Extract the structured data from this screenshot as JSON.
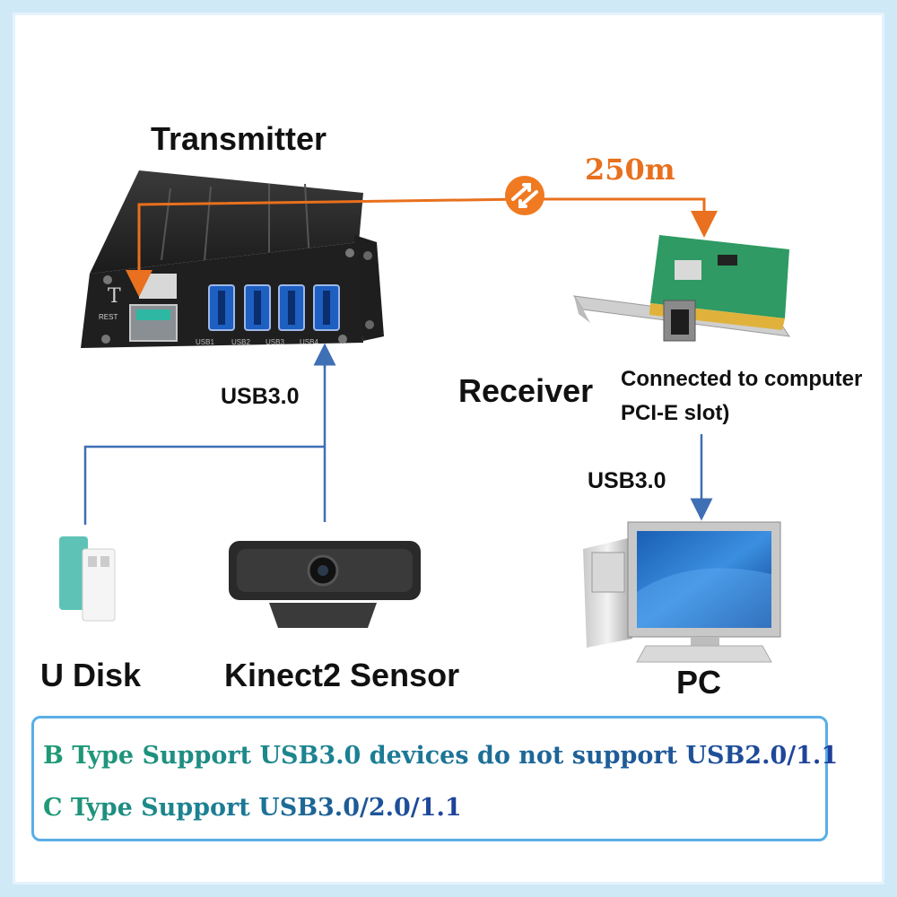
{
  "labels": {
    "transmitter": "Transmitter",
    "receiver": "Receiver",
    "receiver_note": "Connected to computer PCI-E slot)",
    "distance": "250m",
    "usb_left": "USB3.0",
    "usb_right": "USB3.0",
    "u_disk": "U Disk",
    "kinect": "Kinect2 Sensor",
    "pc": "PC"
  },
  "device": {
    "letter": "T",
    "rest": "REST",
    "ports": [
      "USB1",
      "USB2",
      "USB3",
      "USB4"
    ]
  },
  "notes": [
    "B Type Support USB3.0 devices do not support USB2.0/1.1",
    "C Type Support USB3.0/2.0/1.1"
  ],
  "colors": {
    "fiber_line": "#e8701e",
    "usb_line": "#3f6fb5",
    "note_border": "#5aaee6",
    "frame": "#cfe9f7"
  },
  "icons": {
    "fiber_link": "swap-arrows-icon"
  }
}
